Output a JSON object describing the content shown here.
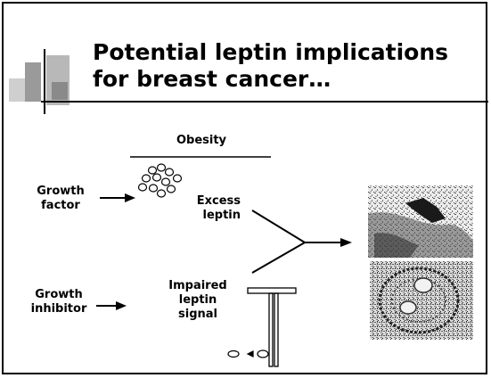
{
  "title_lines": [
    "Potential leptin implications",
    "for breast cancer…"
  ],
  "labels": {
    "obesity": "Obesity",
    "growth_factor": [
      "Growth",
      "factor"
    ],
    "excess_leptin": [
      "Excess",
      "leptin"
    ],
    "growth_inhibitor": [
      "Growth",
      "inhibitor"
    ],
    "impaired_leptin_signal": [
      "Impaired",
      "leptin",
      "signal"
    ]
  },
  "colors": {
    "ink": "#000000",
    "frame": "#000000",
    "tissue": "#7a7a7a"
  }
}
